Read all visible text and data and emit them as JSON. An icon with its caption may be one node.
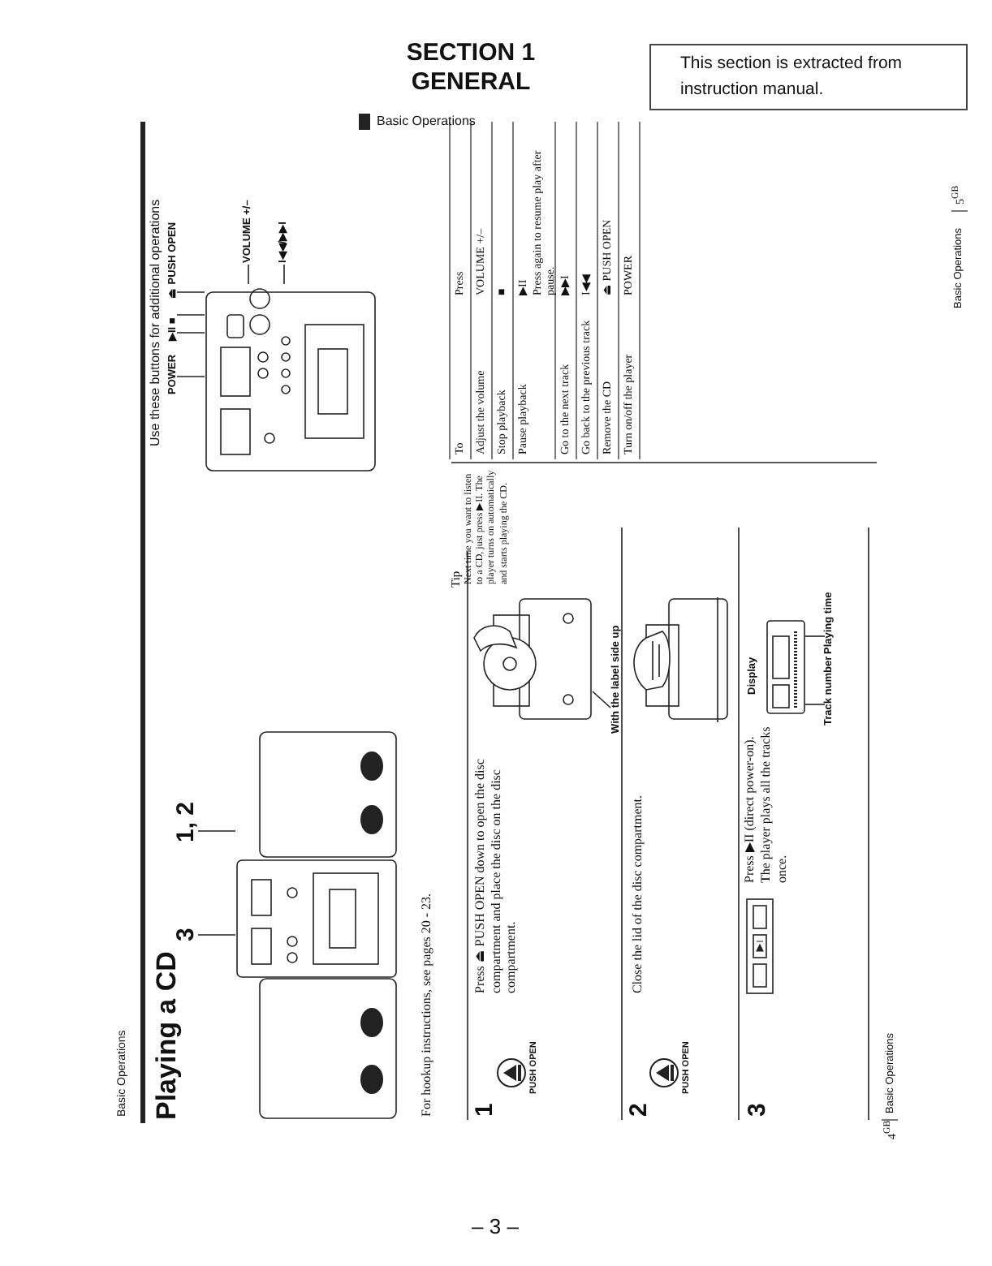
{
  "diagram": {
    "title": "Playing a CD",
    "nodes": [
      {
        "text": [
          "3"
        ]
      },
      {
        "text": [
          "1, 2"
        ]
      },
      {
        "text": [],
        "shape": "picture"
      },
      {
        "text": [
          "With the label side up"
        ]
      },
      {
        "text": [],
        "shape": "picture"
      },
      {
        "text": [
          "Track number"
        ]
      },
      {
        "text": [
          "Playing time"
        ]
      },
      {
        "text": [],
        "shape": "picture"
      },
      {
        "text": [
          "POWER"
        ]
      },
      {
        "text": [
          "▶II ■"
        ]
      },
      {
        "text": [
          "⏏ PUSH OPEN"
        ]
      },
      {
        "text": [
          "VOLUME +/–"
        ]
      },
      {
        "text": [
          "I◀◀/▶▶I"
        ]
      },
      {
        "text": [],
        "shape": "picture"
      }
    ],
    "edges": [
      {
        "from": 0,
        "to": 2,
        "arrow": "none"
      },
      {
        "from": 1,
        "to": 2,
        "arrow": "none"
      },
      {
        "from": 3,
        "to": 4,
        "arrow": "none"
      },
      {
        "from": 5,
        "to": 7,
        "arrow": "none"
      },
      {
        "from": 6,
        "to": 7,
        "arrow": "none"
      },
      {
        "from": 8,
        "to": 13,
        "arrow": "none"
      },
      {
        "from": 9,
        "to": 13,
        "arrow": "none"
      },
      {
        "from": 9,
        "to": 13,
        "arrow": "none"
      },
      {
        "from": 10,
        "to": 13,
        "arrow": "none"
      },
      {
        "from": 11,
        "to": 13,
        "arrow": "none"
      },
      {
        "from": 12,
        "to": 13,
        "arrow": "none"
      }
    ],
    "labels": [
      "SECTION 1",
      "GENERAL",
      "This section is extracted from instruction manual.",
      "Basic Operations",
      "Basic Operations",
      "For hookup instructions, see pages 20 - 23.",
      "1",
      "PUSH OPEN",
      "Press ⏏ PUSH OPEN down to open the disc compartment and place the disc on the disc compartment.",
      "2",
      "PUSH OPEN",
      "Close the lid of the disc compartment.",
      "3",
      "Press ▶II (direct power-on).",
      "The player plays all the tracks once.",
      "Display",
      "Tip",
      "Next time you want to listen to a CD, just press ▶II. The player turns on automatically and starts playing the CD.",
      "Use these buttons for additional operations",
      "To",
      "Press",
      "Adjust the volume",
      "VOLUME +/–",
      "Stop playback",
      "■",
      "Pause playback",
      "▶II",
      "Press again to resume play after pause.",
      "Go to the next track",
      "▶▶I",
      "Go back to the previous track",
      "I◀◀",
      "Remove the CD",
      "⏏ PUSH OPEN",
      "Turn on/off the player",
      "POWER",
      "4$^{GB}$",
      "Basic Operations",
      "Basic Operations",
      "5$^{GB}$",
      "– 3 –"
    ]
  }
}
